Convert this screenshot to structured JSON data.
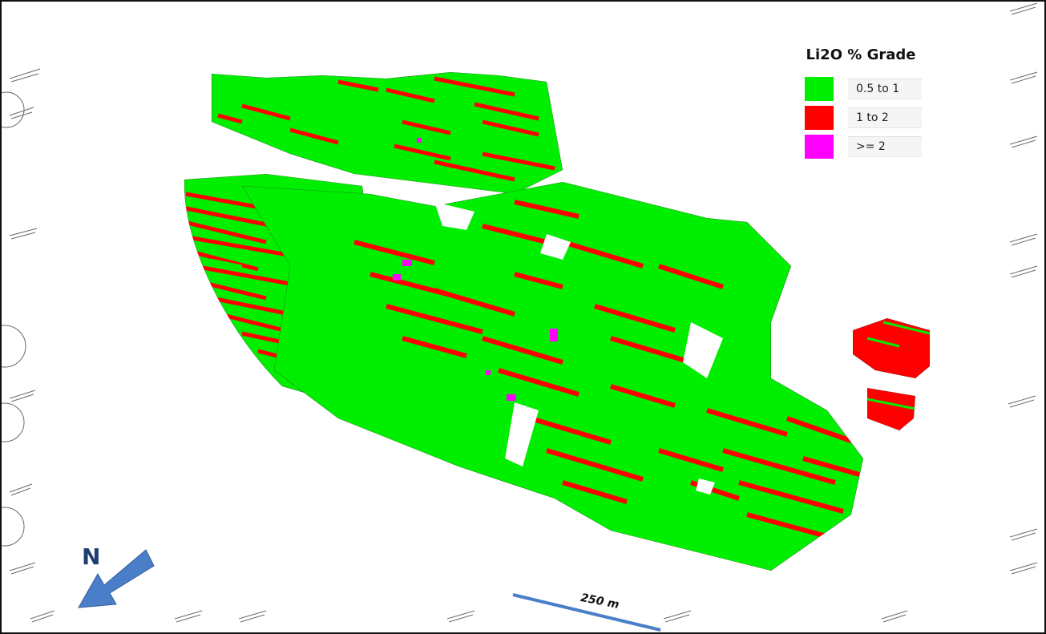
{
  "legend": {
    "title": "Li2O % Grade",
    "items": [
      {
        "label": "0.5 to 1",
        "color": "#00ee00"
      },
      {
        "label": "1 to 2",
        "color": "#ff0000"
      },
      {
        "label": ">= 2",
        "color": "#ff00ff"
      }
    ]
  },
  "north_arrow": {
    "label": "N",
    "color": "#4a7ec8"
  },
  "scale_bar": {
    "label": "250 m",
    "color": "#4a7ec8"
  },
  "colors": {
    "background": "#ffffff",
    "border": "#111111",
    "outline": "#3a3a3a"
  }
}
